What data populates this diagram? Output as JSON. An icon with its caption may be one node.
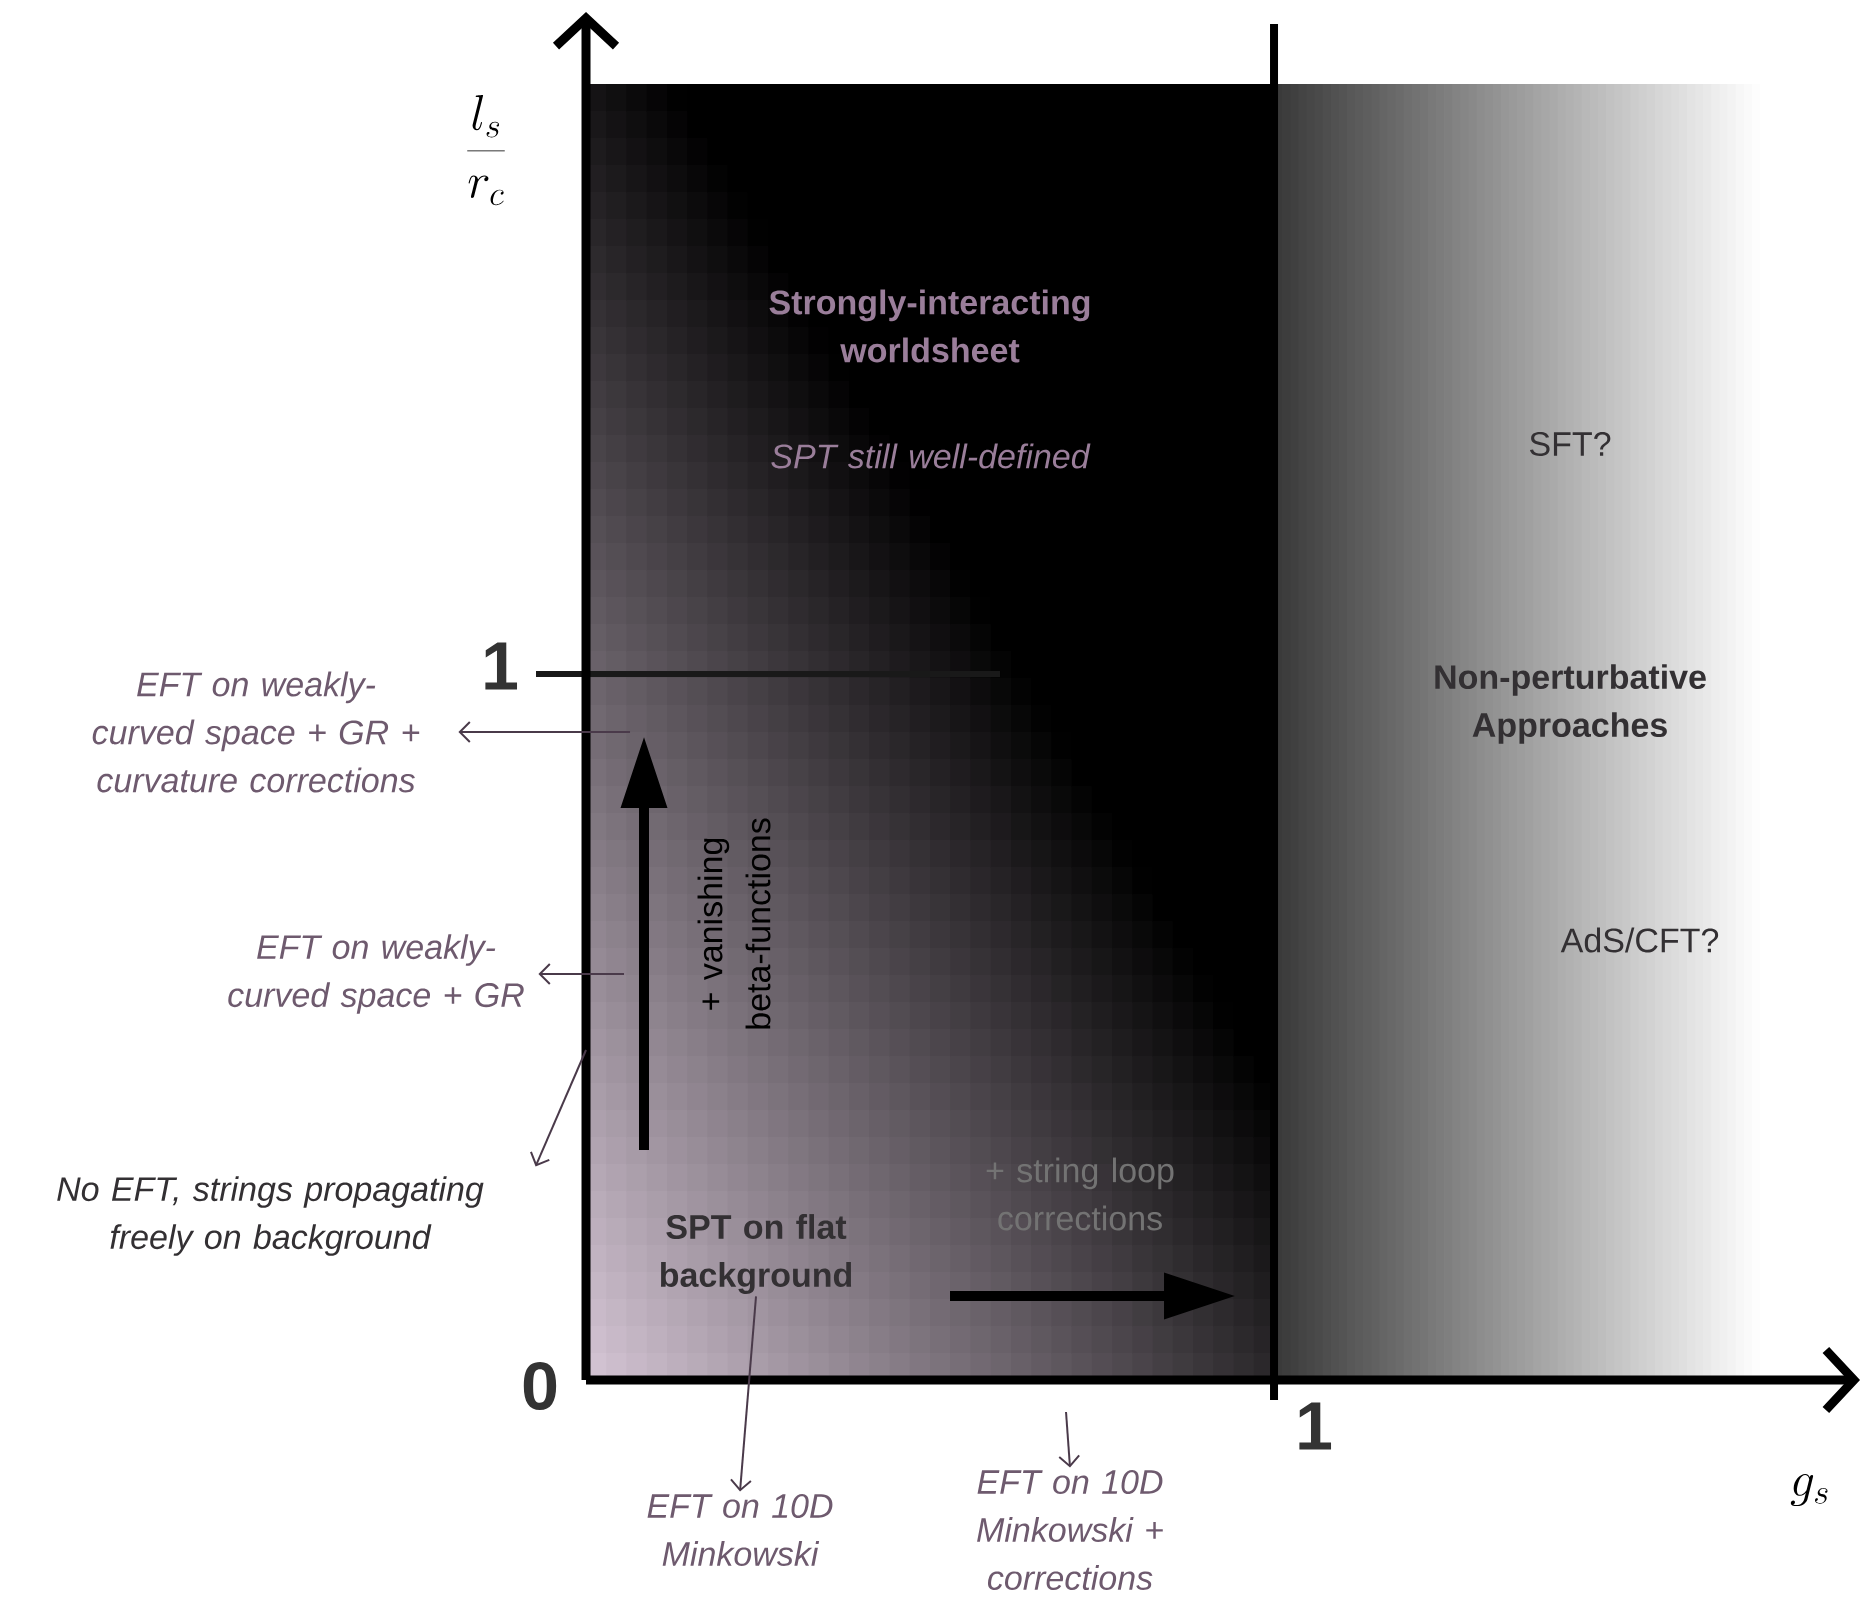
{
  "diagram": {
    "nodes": [
      {
        "text": [
          "Strongly-interacting worldsheet",
          "SPT still well-defined"
        ]
      },
      {
        "text": [
          "SPT on flat background"
        ]
      },
      {
        "text": [
          "SFT?",
          "Non-perturbative Approaches",
          "AdS/CFT?"
        ]
      },
      {
        "text": [
          "EFT on weakly-curved space + GR + curvature corrections"
        ]
      },
      {
        "text": [
          "EFT on weakly-curved space + GR"
        ]
      },
      {
        "text": [
          "No EFT, strings propagating freely on background"
        ]
      },
      {
        "text": [
          "EFT on 10D Minkowski"
        ]
      },
      {
        "text": [
          "EFT on 10D Minkowski + corrections"
        ]
      }
    ],
    "edges": [
      {
        "from": null,
        "to": 3,
        "arrow": "to"
      },
      {
        "from": null,
        "to": 4,
        "arrow": "to"
      },
      {
        "from": null,
        "to": 5,
        "arrow": "to"
      },
      {
        "from": 1,
        "to": 6,
        "arrow": "to"
      },
      {
        "from": null,
        "to": 7,
        "arrow": "to"
      }
    ],
    "labels": [
      "\\frac{l_s}{r_c}",
      "1",
      "+ vanishing beta-functions",
      "+ string loop corrections",
      "0",
      "1",
      "g_s"
    ]
  }
}
